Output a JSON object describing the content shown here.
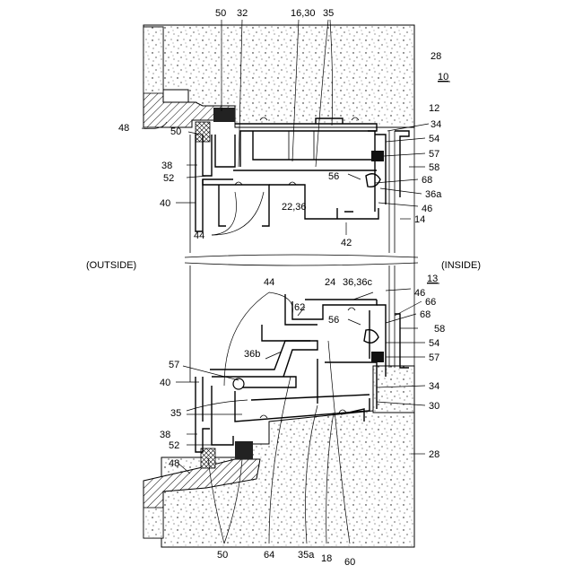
{
  "side_labels": {
    "outside": "(OUTSIDE)",
    "inside": "(INSIDE)"
  },
  "figure_refs": {
    "upper": "10",
    "lower": "13"
  },
  "reference_numerals": [
    {
      "id": "n50a",
      "text": "50"
    },
    {
      "id": "n32",
      "text": "32"
    },
    {
      "id": "n16_30",
      "text": "16,30"
    },
    {
      "id": "n35a_top",
      "text": "35"
    },
    {
      "id": "n28a",
      "text": "28"
    },
    {
      "id": "n12",
      "text": "12"
    },
    {
      "id": "n48a",
      "text": "48"
    },
    {
      "id": "n50b",
      "text": "50"
    },
    {
      "id": "n34a",
      "text": "34"
    },
    {
      "id": "n54a",
      "text": "54"
    },
    {
      "id": "n57a",
      "text": "57"
    },
    {
      "id": "n38a",
      "text": "38"
    },
    {
      "id": "n58a",
      "text": "58"
    },
    {
      "id": "n52a",
      "text": "52"
    },
    {
      "id": "n56a",
      "text": "56"
    },
    {
      "id": "n68a",
      "text": "68"
    },
    {
      "id": "n36a",
      "text": "36a"
    },
    {
      "id": "n40a",
      "text": "40"
    },
    {
      "id": "n22_36",
      "text": "22,36"
    },
    {
      "id": "n46a",
      "text": "46"
    },
    {
      "id": "n14",
      "text": "14"
    },
    {
      "id": "n44a",
      "text": "44"
    },
    {
      "id": "n42",
      "text": "42"
    },
    {
      "id": "n44b",
      "text": "44"
    },
    {
      "id": "n24",
      "text": "24"
    },
    {
      "id": "n36_36c",
      "text": "36,36c"
    },
    {
      "id": "n46b",
      "text": "46"
    },
    {
      "id": "n62",
      "text": "62"
    },
    {
      "id": "n66",
      "text": "66"
    },
    {
      "id": "n56b",
      "text": "56"
    },
    {
      "id": "n68b",
      "text": "68"
    },
    {
      "id": "n58b",
      "text": "58"
    },
    {
      "id": "n36b",
      "text": "36b"
    },
    {
      "id": "n54b",
      "text": "54"
    },
    {
      "id": "n57b",
      "text": "57"
    },
    {
      "id": "n57c",
      "text": "57"
    },
    {
      "id": "n40b",
      "text": "40"
    },
    {
      "id": "n34b",
      "text": "34"
    },
    {
      "id": "n30",
      "text": "30"
    },
    {
      "id": "n35b",
      "text": "35"
    },
    {
      "id": "n38b",
      "text": "38"
    },
    {
      "id": "n52b",
      "text": "52"
    },
    {
      "id": "n28b",
      "text": "28"
    },
    {
      "id": "n48b",
      "text": "48"
    },
    {
      "id": "n50c",
      "text": "50"
    },
    {
      "id": "n64",
      "text": "64"
    },
    {
      "id": "n35a",
      "text": "35a"
    },
    {
      "id": "n18",
      "text": "18"
    },
    {
      "id": "n60",
      "text": "60"
    }
  ]
}
